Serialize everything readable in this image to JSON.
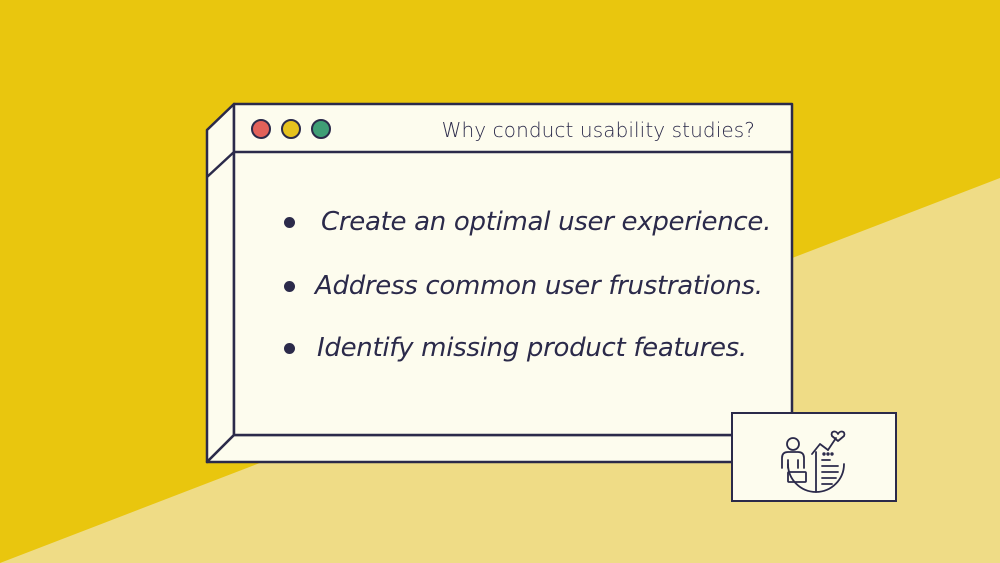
{
  "colors": {
    "background_yellow": "#E9C60E",
    "background_pale": "#EFDC86",
    "window_fill": "#FDFCEE",
    "outline": "#2B2A4A",
    "dot_red": "#E2615A",
    "dot_yellow": "#E6C21E",
    "dot_green": "#3F9E76",
    "text": "#2B2A4A"
  },
  "window": {
    "title": "Why conduct usability studies?",
    "controls": [
      "close-dot",
      "minimize-dot",
      "maximize-dot"
    ]
  },
  "bullets": [
    {
      "text": "Create an optimal user experience."
    },
    {
      "text": "Address common user frustrations."
    },
    {
      "text": "Identify missing product features."
    }
  ],
  "badge": {
    "icon": "user-research-icon"
  }
}
